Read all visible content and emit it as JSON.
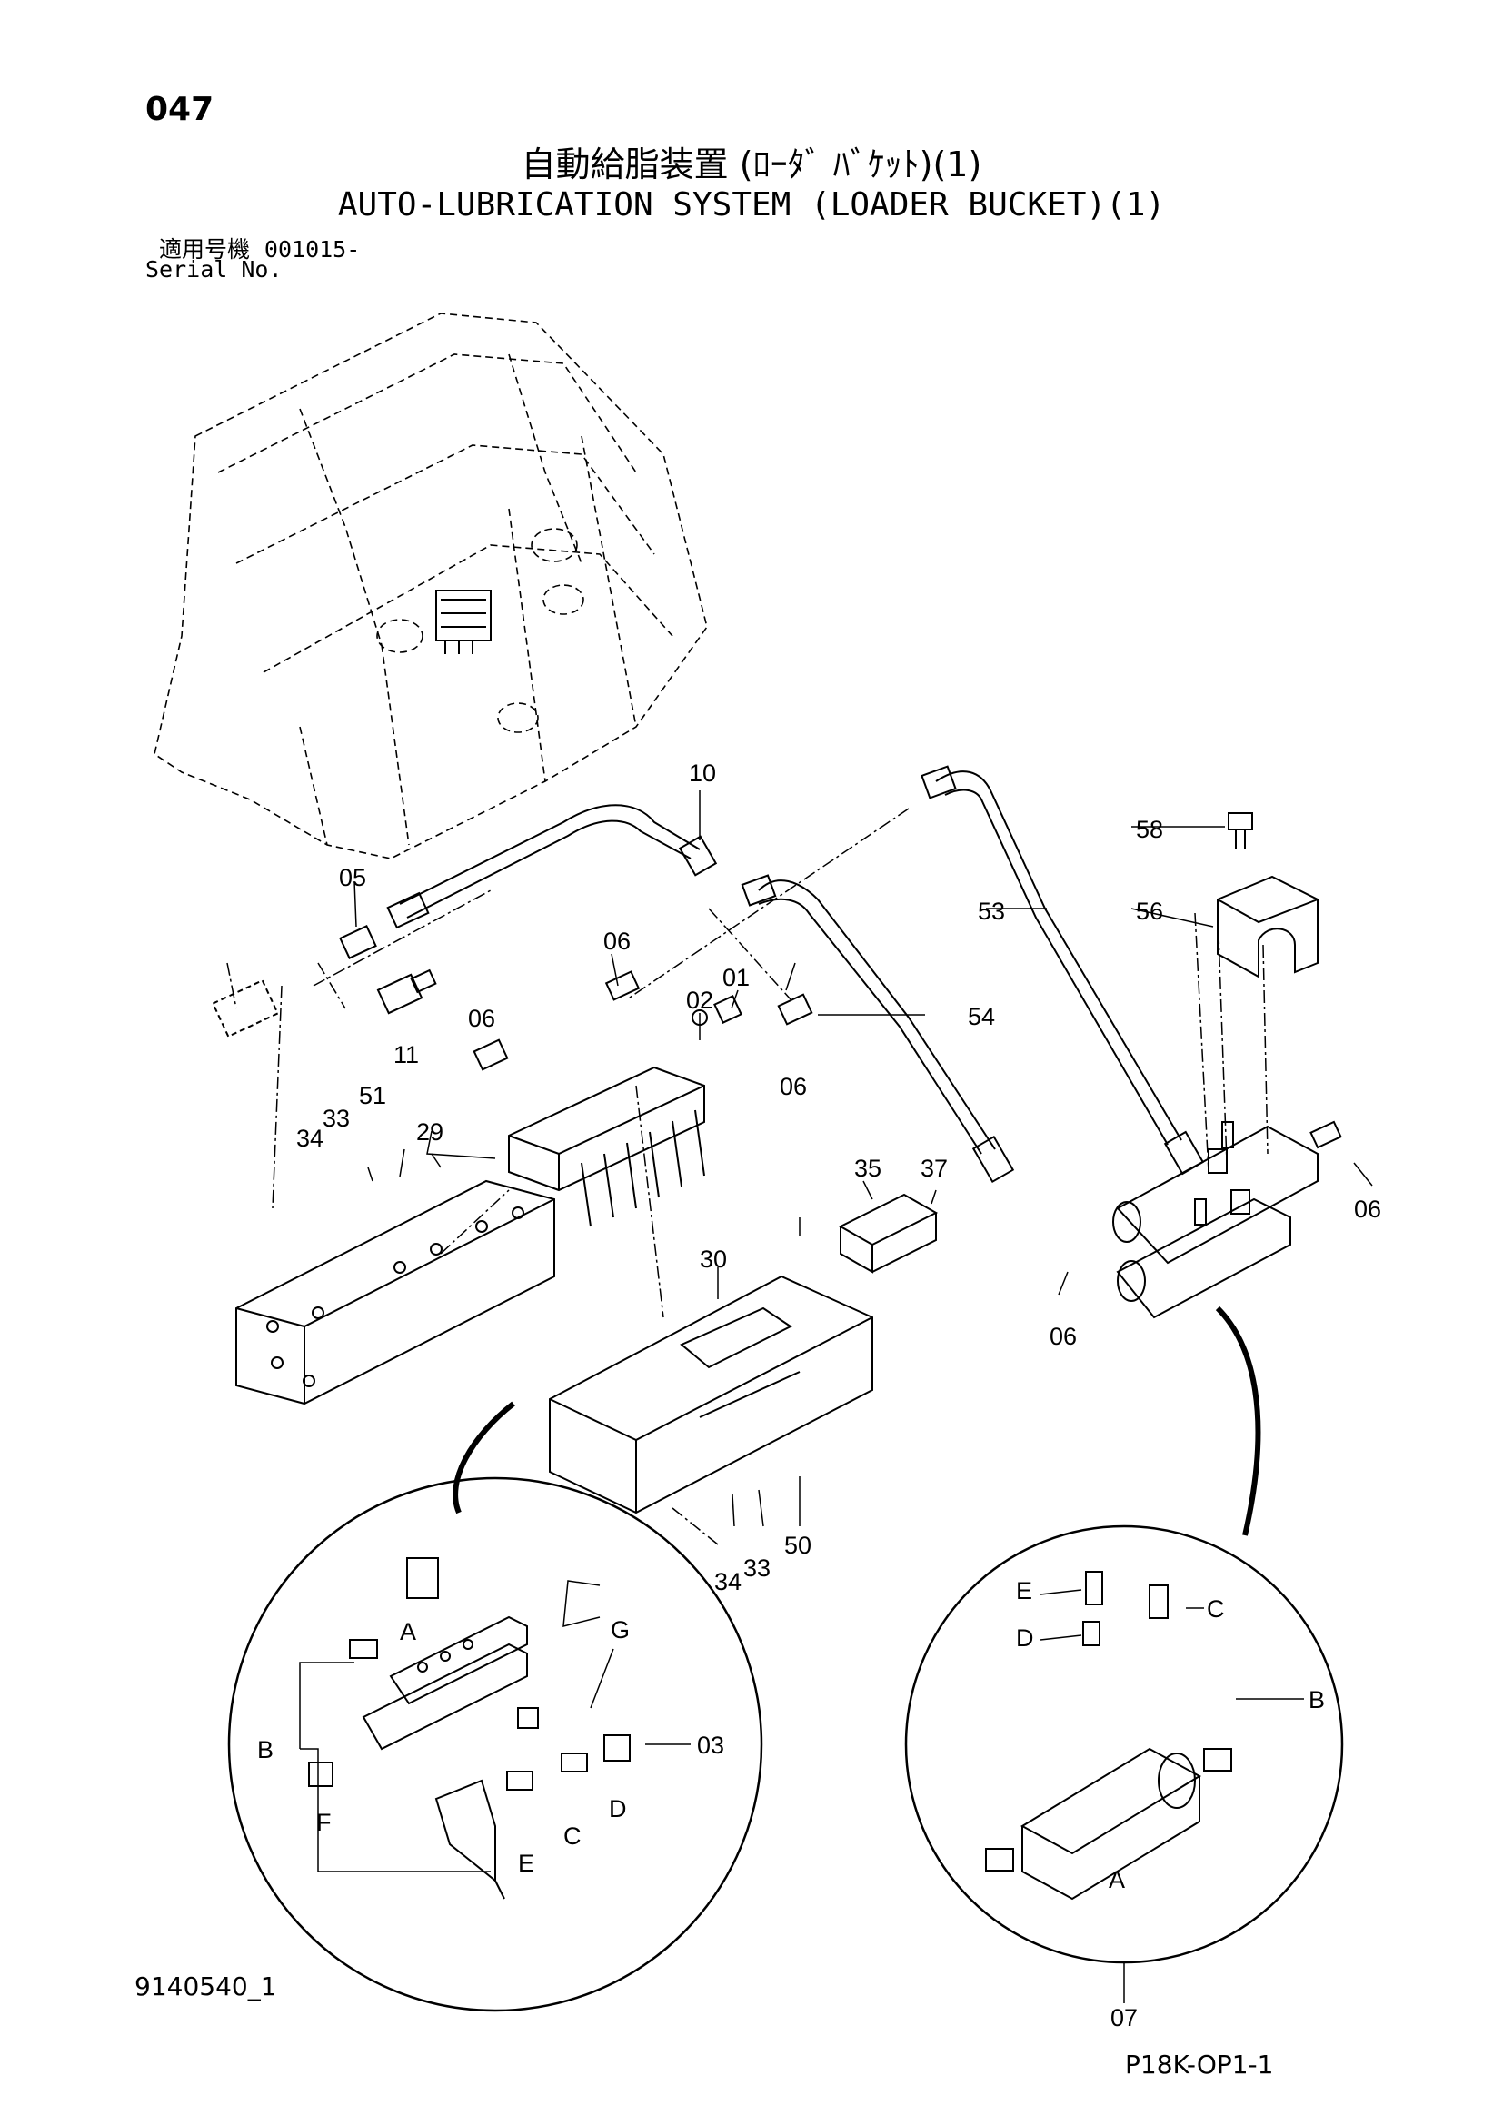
{
  "header": {
    "page_number": "047",
    "title_ja": "自動給脂装置 (ﾛｰﾀﾞ ﾊﾞｹｯﾄ)(1)",
    "title_en": "AUTO-LUBRICATION SYSTEM (LOADER BUCKET)(1)",
    "serial_label_ja": "適用号機",
    "serial_value": "001015-",
    "serial_label_en": "Serial No."
  },
  "footer": {
    "doc_code": "9140540_1",
    "page_ref": "P18K-OP1-1"
  },
  "callouts": {
    "p01": "01",
    "p02": "02",
    "p03": "03",
    "p05": "05",
    "p06a": "06",
    "p06b": "06",
    "p06c": "06",
    "p06d": "06",
    "p06e": "06",
    "p07": "07",
    "p10": "10",
    "p11": "11",
    "p29": "29",
    "p30": "30",
    "p33a": "33",
    "p33b": "33",
    "p34a": "34",
    "p34b": "34",
    "p35": "35",
    "p37": "37",
    "p50": "50",
    "p51": "51",
    "p53": "53",
    "p54": "54",
    "p56": "56",
    "p58": "58"
  },
  "detail_labels": {
    "left_A": "A",
    "left_B": "B",
    "left_C": "C",
    "left_D": "D",
    "left_E": "E",
    "left_F": "F",
    "left_G": "G",
    "right_A": "A",
    "right_B": "B",
    "right_C": "C",
    "right_D": "D",
    "right_E": "E"
  }
}
